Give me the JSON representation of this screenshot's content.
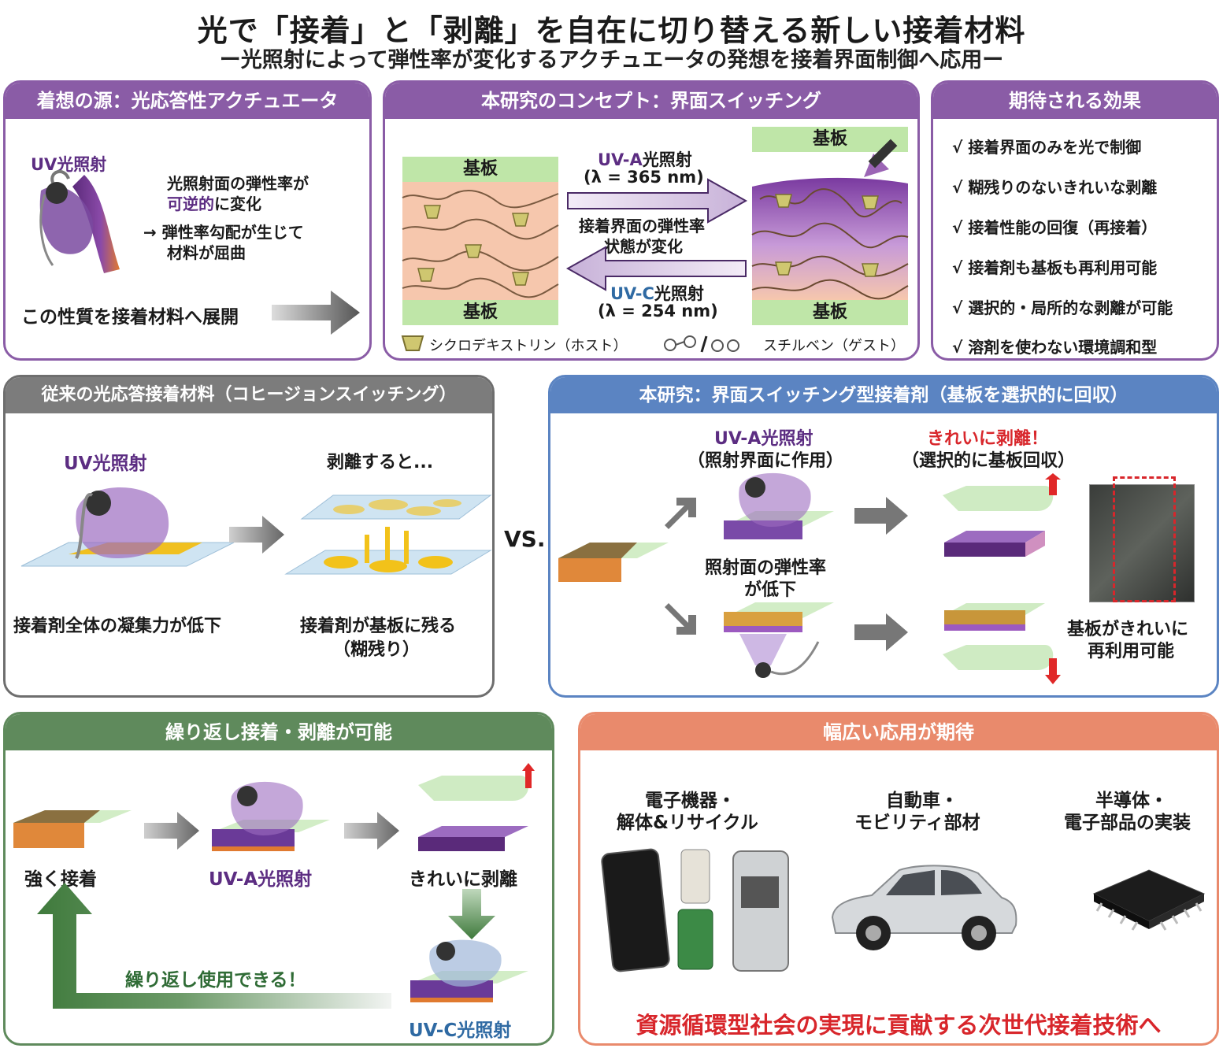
{
  "header": {
    "title": "光で「接着」と「剥離」を自在に切り替える新しい接着材料",
    "subtitle": "ー光照射によって弾性率が変化するアクチュエータの発想を接着界面制御へ応用ー"
  },
  "inspiration": {
    "title": "着想の源：光応答性アクチュエータ",
    "uv_label": "UV光照射",
    "desc_line1": "光照射面の弾性率が",
    "desc_line2_a": "可逆的",
    "desc_line2_b": "に変化",
    "desc_line3": "→ 弾性率勾配が生じて",
    "desc_line4": "材料が屈曲",
    "bottom": "この性質を接着材料へ展開"
  },
  "concept": {
    "title": "本研究のコンセプト：界面スイッチング",
    "substrate": "基板",
    "uva_label": "UV-A",
    "uva_suffix": "光照射",
    "uva_wavelength": "(λ = 365 nm)",
    "middle_line1": "接着界面の弾性率",
    "middle_line2": "状態が変化",
    "uvc_label": "UV-C",
    "uvc_suffix": "光照射",
    "uvc_wavelength": "(λ = 254 nm)",
    "legend_host": "シクロデキストリン（ホスト）",
    "legend_guest": "スチルベン（ゲスト）"
  },
  "effects": {
    "title": "期待される効果",
    "items": [
      "接着界面のみを光で制御",
      "糊残りのないきれいな剥離",
      "接着性能の回復（再接着）",
      "接着剤も基板も再利用可能",
      "選択的・局所的な剥離が可能",
      "溶剤を使わない環境調和型"
    ]
  },
  "conventional": {
    "title": "従来の光応答接着材料（コヒージョンスイッチング）",
    "uv_label": "UV光照射",
    "peel_label": "剥離すると...",
    "caption_left": "接着剤全体の凝集力が低下",
    "caption_right_1": "接着剤が基板に残る",
    "caption_right_2": "（糊残り）"
  },
  "vs": "VS.",
  "this_study": {
    "title": "本研究：界面スイッチング型接着剤（基板を選択的に回収）",
    "uva_1": "UV-A光照射",
    "uva_2": "（照射界面に作用）",
    "clean_1": "きれいに剥離！",
    "clean_2": "（選択的に基板回収）",
    "modulus_1": "照射面の弾性率",
    "modulus_2": "が低下",
    "reuse_1": "基板がきれいに",
    "reuse_2": "再利用可能"
  },
  "repeat": {
    "title": "繰り返し接着・剥離が可能",
    "strong": "強く接着",
    "uva": "UV-A光照射",
    "clean": "きれいに剥離",
    "reuse": "繰り返し使用できる！",
    "uvc": "UV-C光照射"
  },
  "applications": {
    "title": "幅広い応用が期待",
    "elec_1": "電子機器・",
    "elec_2": "解体&リサイクル",
    "car_1": "自動車・",
    "car_2": "モビリティ部材",
    "semi_1": "半導体・",
    "semi_2": "電子部品の実装",
    "footer": "資源循環型社会の実現に貢献する次世代接着技術へ"
  },
  "colors": {
    "purple_panel": "#8a5ca6",
    "blue_panel": "#5b84c2",
    "gray_panel": "#7c7c7c",
    "green_panel": "#5f8a5c",
    "salmon_panel": "#e98a6c"
  }
}
